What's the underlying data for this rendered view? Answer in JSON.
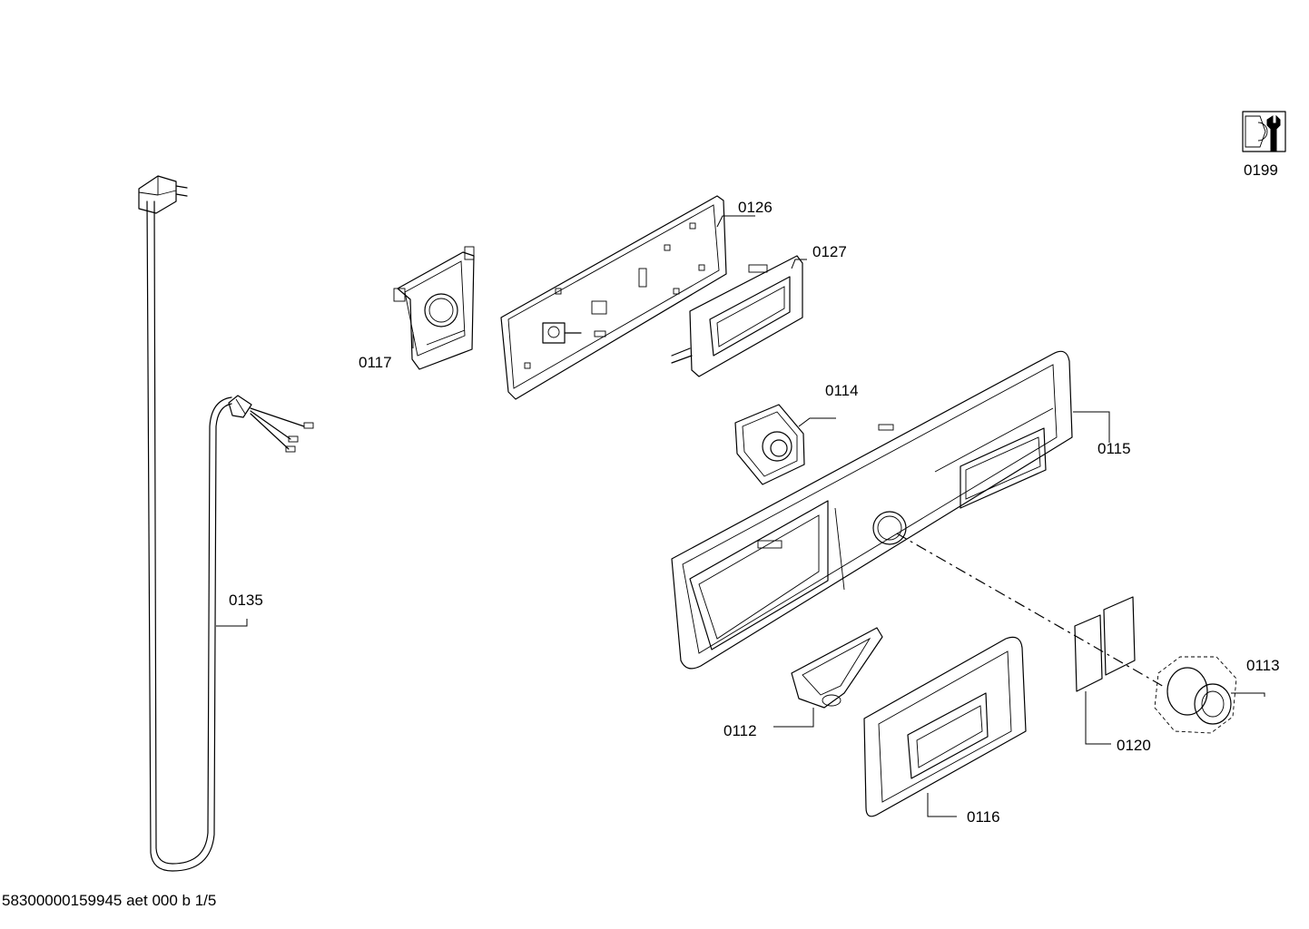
{
  "parts": [
    {
      "key": "p0199",
      "label": "0199"
    },
    {
      "key": "p0126",
      "label": "0126"
    },
    {
      "key": "p0127",
      "label": "0127"
    },
    {
      "key": "p0117",
      "label": "0117"
    },
    {
      "key": "p0114",
      "label": "0114"
    },
    {
      "key": "p0115",
      "label": "0115"
    },
    {
      "key": "p0135",
      "label": "0135"
    },
    {
      "key": "p0113",
      "label": "0113"
    },
    {
      "key": "p0112",
      "label": "0112"
    },
    {
      "key": "p0120",
      "label": "0120"
    },
    {
      "key": "p0116",
      "label": "0116"
    }
  ],
  "footer": "58300000159945 aet 000 b 1/5",
  "icons": {
    "service": "wrench-nut-icon"
  }
}
